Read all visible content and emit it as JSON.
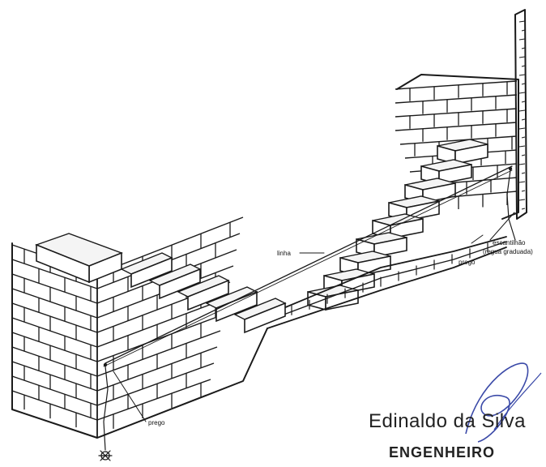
{
  "labels": {
    "linha": "linha",
    "prego_right": "prego",
    "escantilhao": "escantilhão",
    "regua": "(regua graduada)",
    "prego_left": "prego"
  },
  "signature": {
    "name": "Edinaldo da Silva",
    "title": "ENGENHEIRO"
  }
}
